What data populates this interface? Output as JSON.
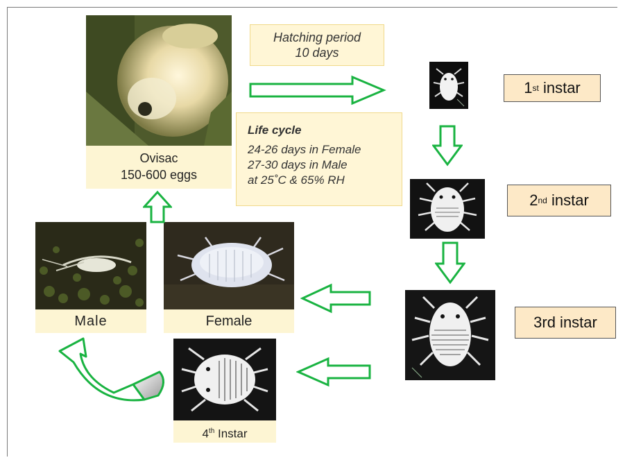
{
  "colors": {
    "arrow": "#19b341",
    "note_bg": "#fff6d6",
    "caption_bg": "#fdf5d3",
    "stage_bg": "#fde9c7"
  },
  "hatching": {
    "line1": "Hatching  period",
    "line2": "10 days"
  },
  "lifecycle": {
    "title": "Life cycle",
    "line1": "24-26 days in Female",
    "line2": "27-30 days in Male",
    "line3": "at 25˚C & 65% RH"
  },
  "ovisac": {
    "line1": "Ovisac",
    "line2": "150-600 eggs"
  },
  "stages": {
    "first": {
      "num": "1",
      "sup": "st",
      "label": "instar"
    },
    "second": {
      "num": "2",
      "sup": "nd",
      "label": "instar"
    },
    "third": {
      "label": "3rd instar"
    },
    "fourth": {
      "num": "4",
      "sup": "th",
      "label": "Instar"
    }
  },
  "male": {
    "label": "Male"
  },
  "female": {
    "label": "Female"
  }
}
